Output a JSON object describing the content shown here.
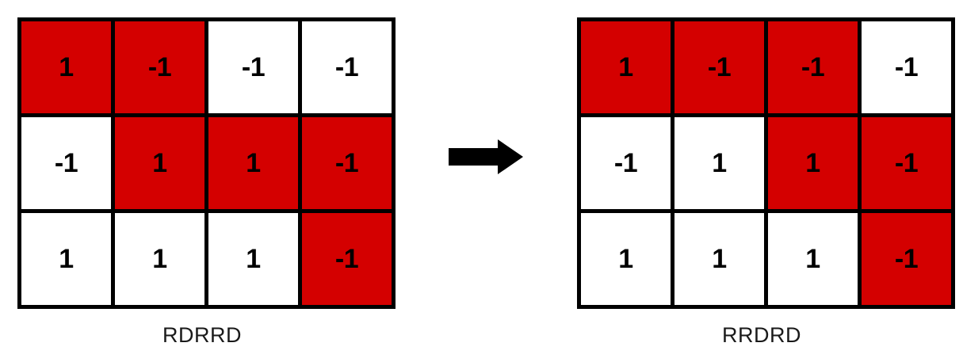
{
  "diagram": {
    "type": "grid-transformation",
    "arrow": {
      "icon": "right-arrow-icon",
      "direction": "right",
      "color": "#000000"
    },
    "colors": {
      "highlight": "#d40000",
      "plain": "#ffffff",
      "border": "#000000",
      "text": "#000000"
    },
    "panels": [
      {
        "id": "before",
        "caption": "RDRRD",
        "rows": 3,
        "cols": 4,
        "cells": [
          [
            {
              "value": "1",
              "state": "red"
            },
            {
              "value": "-1",
              "state": "red"
            },
            {
              "value": "-1",
              "state": "white"
            },
            {
              "value": "-1",
              "state": "white"
            }
          ],
          [
            {
              "value": "-1",
              "state": "white"
            },
            {
              "value": "1",
              "state": "red"
            },
            {
              "value": "1",
              "state": "red"
            },
            {
              "value": "-1",
              "state": "red"
            }
          ],
          [
            {
              "value": "1",
              "state": "white"
            },
            {
              "value": "1",
              "state": "white"
            },
            {
              "value": "1",
              "state": "white"
            },
            {
              "value": "-1",
              "state": "red"
            }
          ]
        ]
      },
      {
        "id": "after",
        "caption": "RRDRD",
        "rows": 3,
        "cols": 4,
        "cells": [
          [
            {
              "value": "1",
              "state": "red"
            },
            {
              "value": "-1",
              "state": "red"
            },
            {
              "value": "-1",
              "state": "red"
            },
            {
              "value": "-1",
              "state": "white"
            }
          ],
          [
            {
              "value": "-1",
              "state": "white"
            },
            {
              "value": "1",
              "state": "white"
            },
            {
              "value": "1",
              "state": "red"
            },
            {
              "value": "-1",
              "state": "red"
            }
          ],
          [
            {
              "value": "1",
              "state": "white"
            },
            {
              "value": "1",
              "state": "white"
            },
            {
              "value": "1",
              "state": "white"
            },
            {
              "value": "-1",
              "state": "red"
            }
          ]
        ]
      }
    ]
  }
}
